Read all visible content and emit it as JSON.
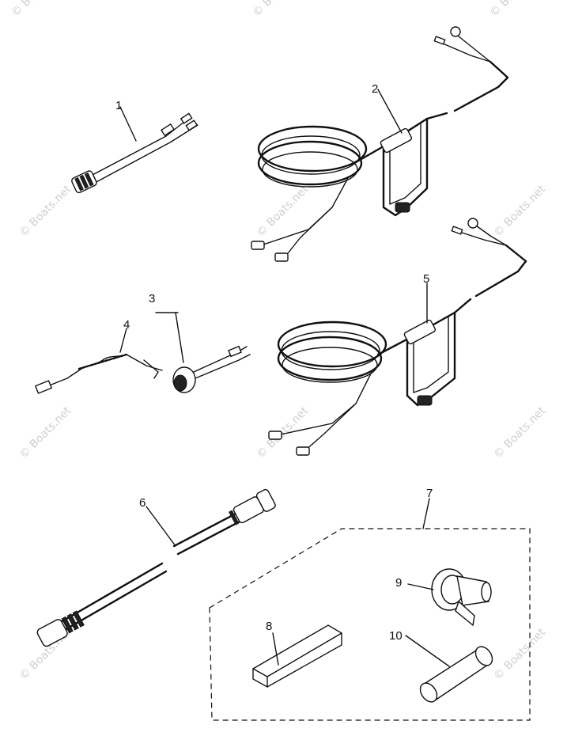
{
  "watermark": "© Boats.net",
  "callouts": [
    "1",
    "2",
    "3",
    "4",
    "5",
    "6",
    "7",
    "8",
    "9",
    "10"
  ]
}
